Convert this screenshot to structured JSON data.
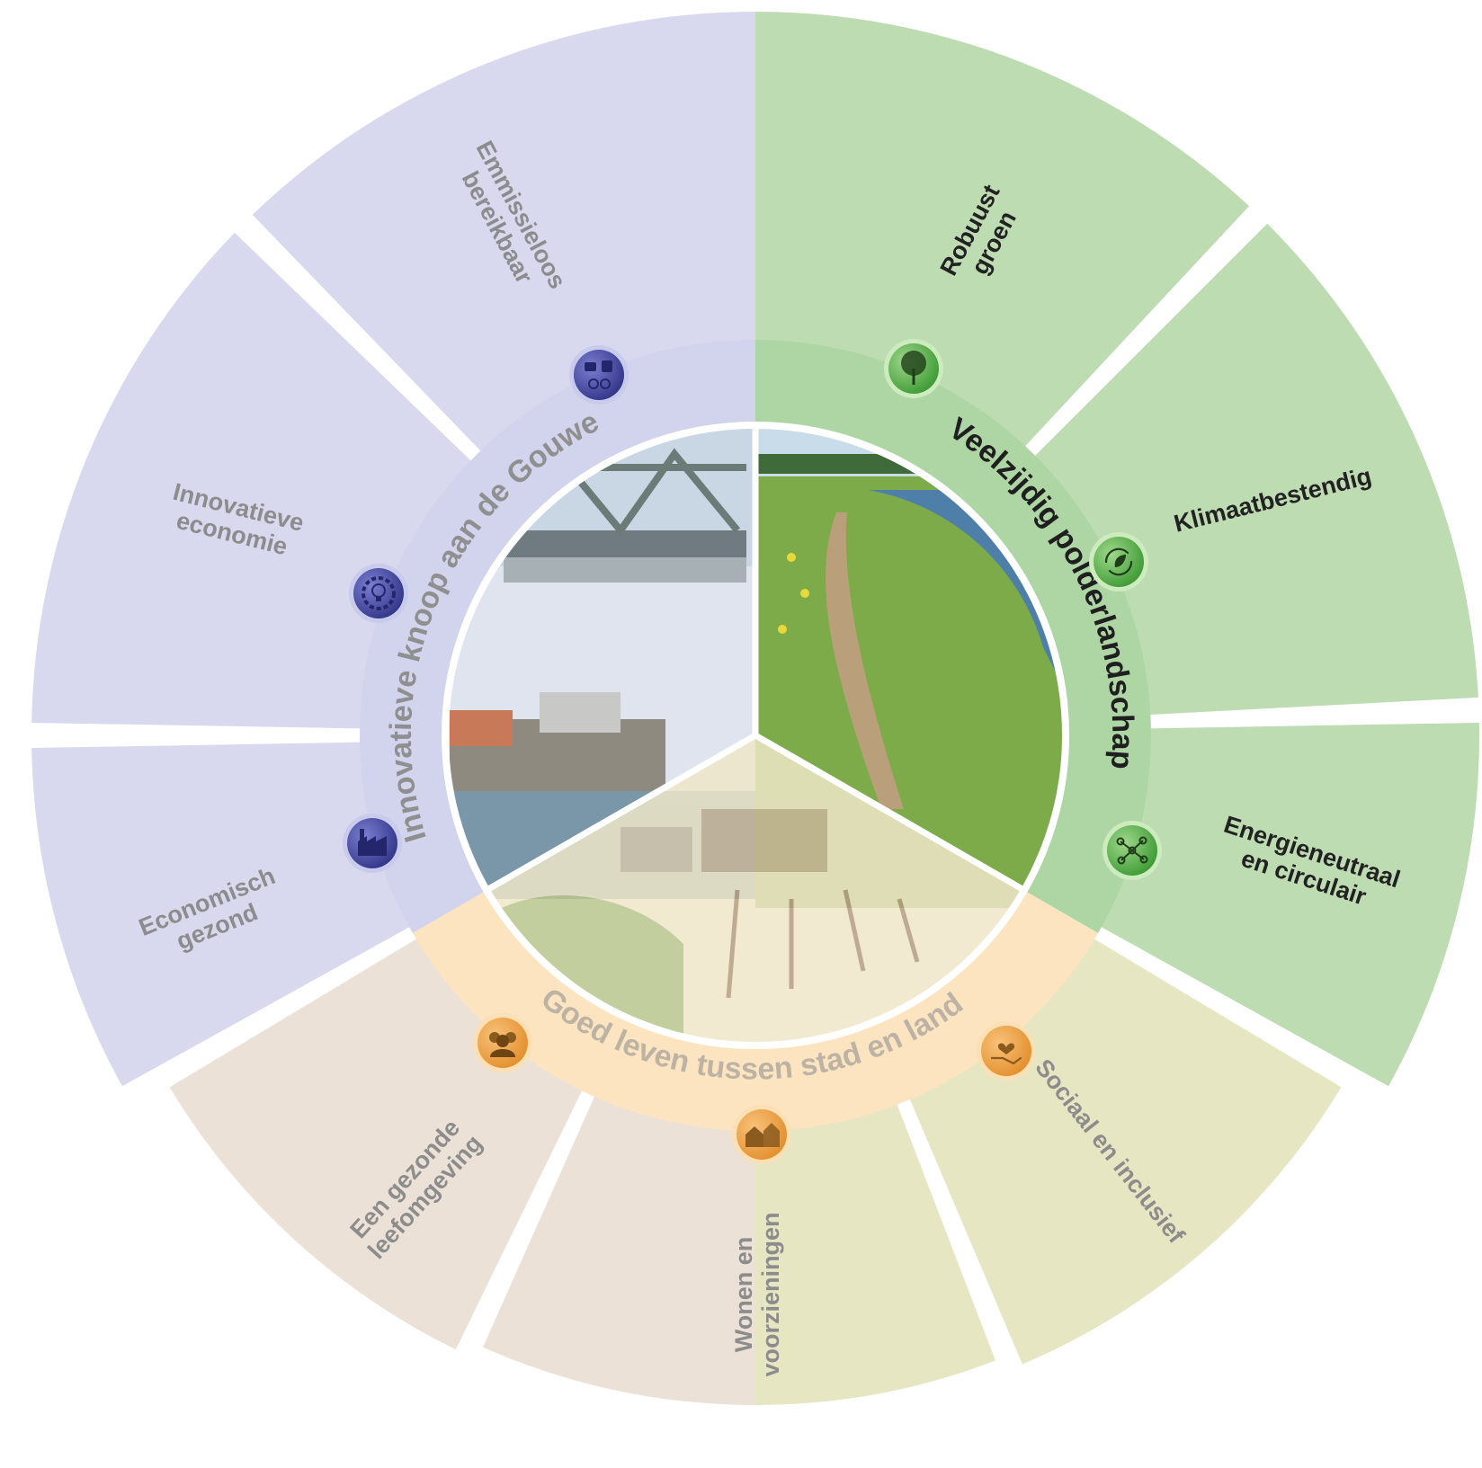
{
  "colors": {
    "blue": "#d8d8ee",
    "blue_ring": "#d2d3ec",
    "blue_icon": "#4b4fa8",
    "green": "#bedcb2",
    "green_ring": "#aed6a4",
    "green_icon": "#5bb049",
    "beige": "#ece1d6",
    "olive": "#e7e6c3",
    "orange_ring": "#fce4c0",
    "orange_icon": "#f2a74d",
    "text_grey": "#8c8c8c",
    "text_dark": "#222222",
    "text_orange_grey": "#b9b2a6"
  },
  "themes": {
    "green": {
      "label": "Veelzijdig polderlandschap"
    },
    "blue": {
      "label": "Innovatieve knoop aan de Gouwe"
    },
    "orange": {
      "label": "Goed leven tussen stad en land"
    }
  },
  "segments": [
    {
      "id": "robuust-groen",
      "line1": "Robuust",
      "line2": "groen",
      "icon": "tree-icon"
    },
    {
      "id": "klimaatbestendig",
      "line1": "Klimaatbestendig",
      "line2": "",
      "icon": "climate-leaf-icon"
    },
    {
      "id": "energieneutraal",
      "line1": "Energieneutraal",
      "line2": "en circulair",
      "icon": "network-icon"
    },
    {
      "id": "sociaal",
      "line1": "Sociaal en inclusief",
      "line2": "",
      "icon": "heart-hand-icon"
    },
    {
      "id": "wonen",
      "line1": "Wonen en",
      "line2": "voorzieningen",
      "icon": "houses-icon"
    },
    {
      "id": "gezonde-leefomgeving",
      "line1": "Een gezonde",
      "line2": "leefomgeving",
      "icon": "people-icon"
    },
    {
      "id": "economisch-gezond",
      "line1": "Economisch",
      "line2": "gezond",
      "icon": "factory-icon"
    },
    {
      "id": "innovatieve-economie",
      "line1": "Innovatieve",
      "line2": "economie",
      "icon": "lightbulb-gear-icon"
    },
    {
      "id": "emissieloos",
      "line1": "Emmissieloos",
      "line2": "bereikbaar",
      "icon": "transport-icon"
    }
  ]
}
